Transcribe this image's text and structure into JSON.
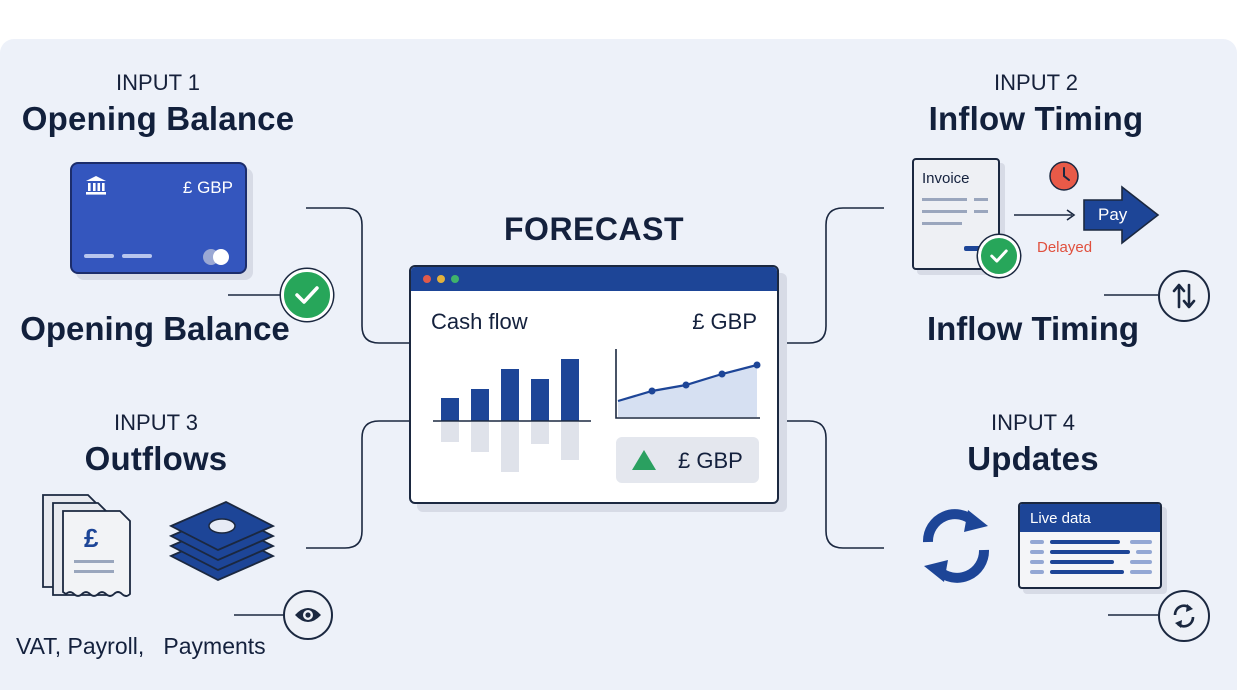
{
  "forecast": {
    "title": "FORECAST",
    "window": {
      "label": "Cash flow",
      "currency": "£ GBP",
      "badge": "£ GBP"
    }
  },
  "inputs": {
    "opening_balance": {
      "kicker": "INPUT 1",
      "title": "Opening Balance",
      "subtitle": "Opening Balance",
      "card_currency": "£ GBP"
    },
    "inflow_timing": {
      "kicker": "INPUT 2",
      "title": "Inflow Timing",
      "subtitle": "Inflow Timing",
      "invoice_label": "Invoice",
      "pay_label": "Pay",
      "delayed_label": "Delayed"
    },
    "outflows": {
      "kicker": "INPUT 3",
      "title": "Outflows",
      "doc_symbol": "£",
      "caption": "VAT, Payroll,   Payments"
    },
    "updates": {
      "kicker": "INPUT 4",
      "title": "Updates",
      "panel_header": "Live data"
    }
  },
  "icons": {
    "card_bank": "bank-icon",
    "opening_check": "check-icon",
    "inflow_arrows": "up-down-arrows-icon",
    "invoice_check": "check-icon",
    "clock": "clock-icon",
    "outflow_eye": "eye-icon",
    "refresh_large": "refresh-icon",
    "refresh_small": "refresh-icon"
  },
  "colors": {
    "brand_blue": "#1d4597",
    "card_blue": "#3456be",
    "success_green": "#27a65a",
    "delayed_red": "#e0503e",
    "background": "#edf1f9"
  }
}
